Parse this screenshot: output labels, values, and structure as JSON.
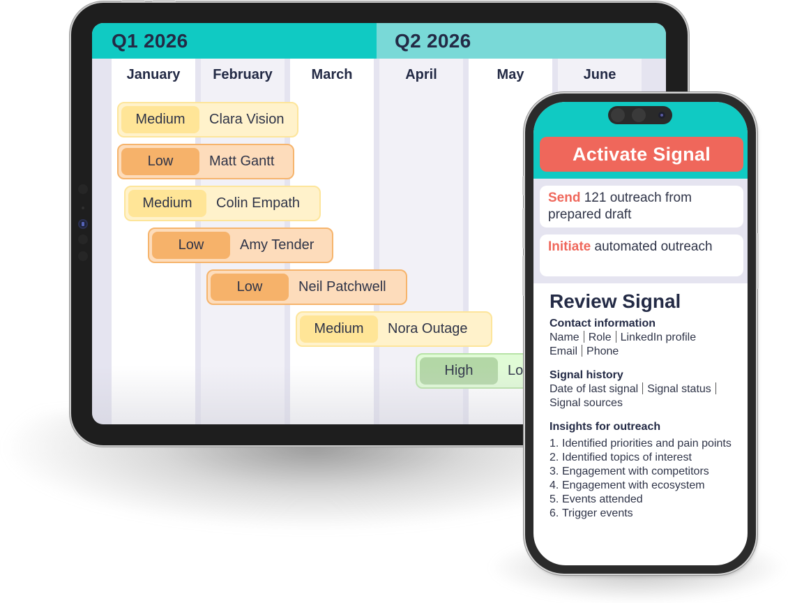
{
  "tablet": {
    "quarters": [
      {
        "label": "Q1 2026",
        "color": "#10cac3"
      },
      {
        "label": "Q2 2026",
        "color": "#79d9d7"
      }
    ],
    "months": [
      "January",
      "February",
      "March",
      "April",
      "May",
      "June"
    ],
    "tasks": [
      {
        "priority": "Medium",
        "name": "Clara Vision"
      },
      {
        "priority": "Low",
        "name": "Matt Gantt"
      },
      {
        "priority": "Medium",
        "name": "Colin Empath"
      },
      {
        "priority": "Low",
        "name": "Amy Tender"
      },
      {
        "priority": "Low",
        "name": "Neil Patchwell"
      },
      {
        "priority": "Medium",
        "name": "Nora Outage"
      },
      {
        "priority": "High",
        "name": "Lo"
      }
    ],
    "priority_colors": {
      "Low": "#f6b26a",
      "Medium": "#ffe597",
      "High": "#b3d7a6"
    }
  },
  "phone": {
    "activate_button": "Activate Signal",
    "actions": [
      {
        "verb": "Send",
        "text": " 121 outreach from prepared draft"
      },
      {
        "verb": "Initiate",
        "text": " automated outreach"
      }
    ],
    "accent_color": "#ef675b",
    "review": {
      "title": "Review Signal",
      "contact": {
        "title": "Contact information",
        "line1": [
          "Name",
          "Role",
          "LinkedIn profile"
        ],
        "line2": [
          "Email",
          "Phone"
        ]
      },
      "history": {
        "title": "Signal history",
        "line1": [
          "Date of last signal",
          "Signal status"
        ],
        "line2": [
          "Signal sources"
        ]
      },
      "insights": {
        "title": "Insights for outreach",
        "items": [
          {
            "num": "1.",
            "text": "Identified priorities and pain points"
          },
          {
            "num": "2.",
            "text": "Identified topics of interest"
          },
          {
            "num": "3.",
            "text": "Engagement with competitors"
          },
          {
            "num": "4.",
            "text": "Engagement with ecosystem"
          },
          {
            "num": "5.",
            "text": "Events attended"
          },
          {
            "num": "6.",
            "text": "Trigger events"
          }
        ]
      }
    }
  }
}
